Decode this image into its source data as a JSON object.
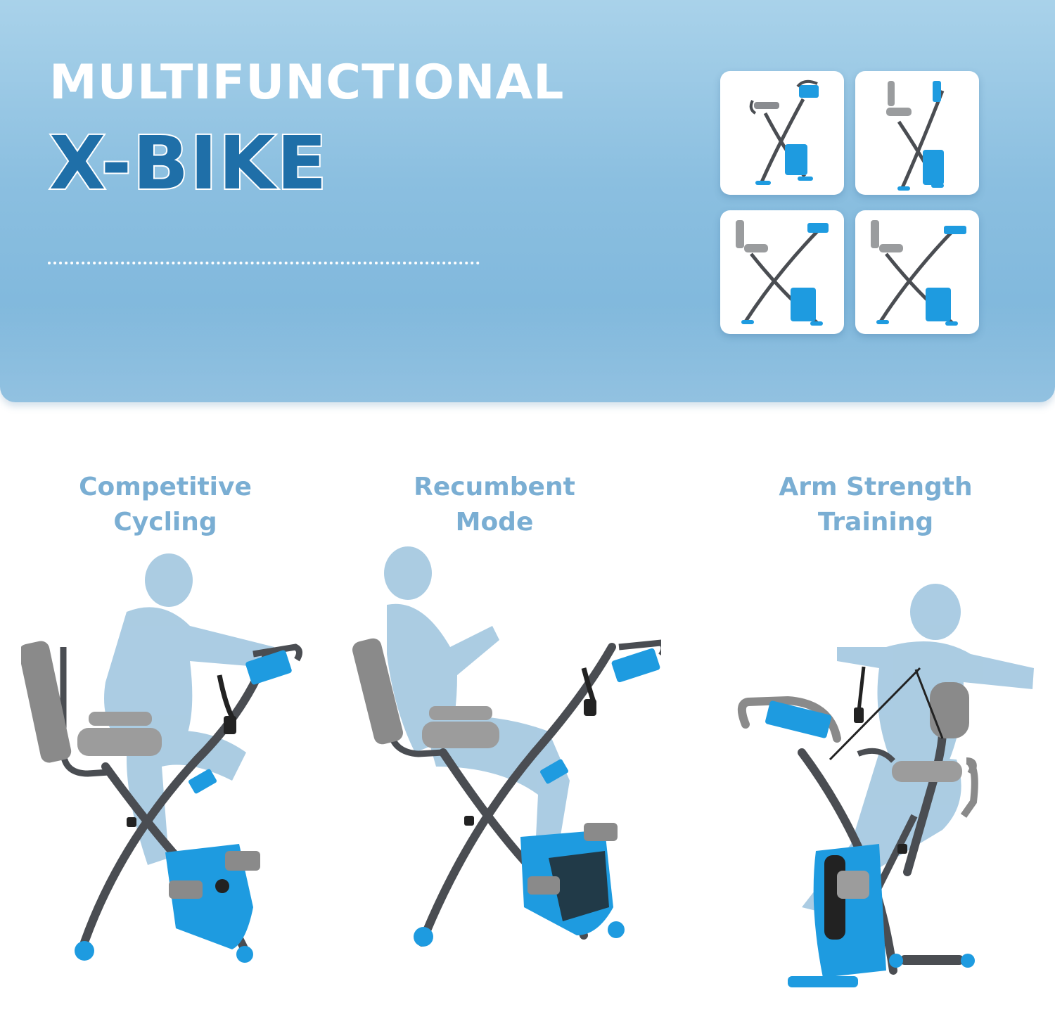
{
  "banner": {
    "title_line1": "MULTIFUNCTIONAL",
    "title_line2": "X-BIKE"
  },
  "modes": [
    {
      "line1": "Competitive",
      "line2": "Cycling"
    },
    {
      "line1": "Recumbent",
      "line2": "Mode"
    },
    {
      "line1": "Arm Strength",
      "line2": "Training"
    }
  ],
  "colors": {
    "banner_top": "#a9d2ea",
    "banner_bottom": "#7ab4da",
    "accent_blue": "#1e9be0",
    "frame_gray": "#4a4d52",
    "label_blue": "#7aaed3",
    "silhouette": "#8fbbd9"
  },
  "icons": [
    "bike-thumbnail-upright",
    "bike-thumbnail-upright-back",
    "bike-thumbnail-recumbent",
    "bike-thumbnail-recumbent-alt"
  ]
}
